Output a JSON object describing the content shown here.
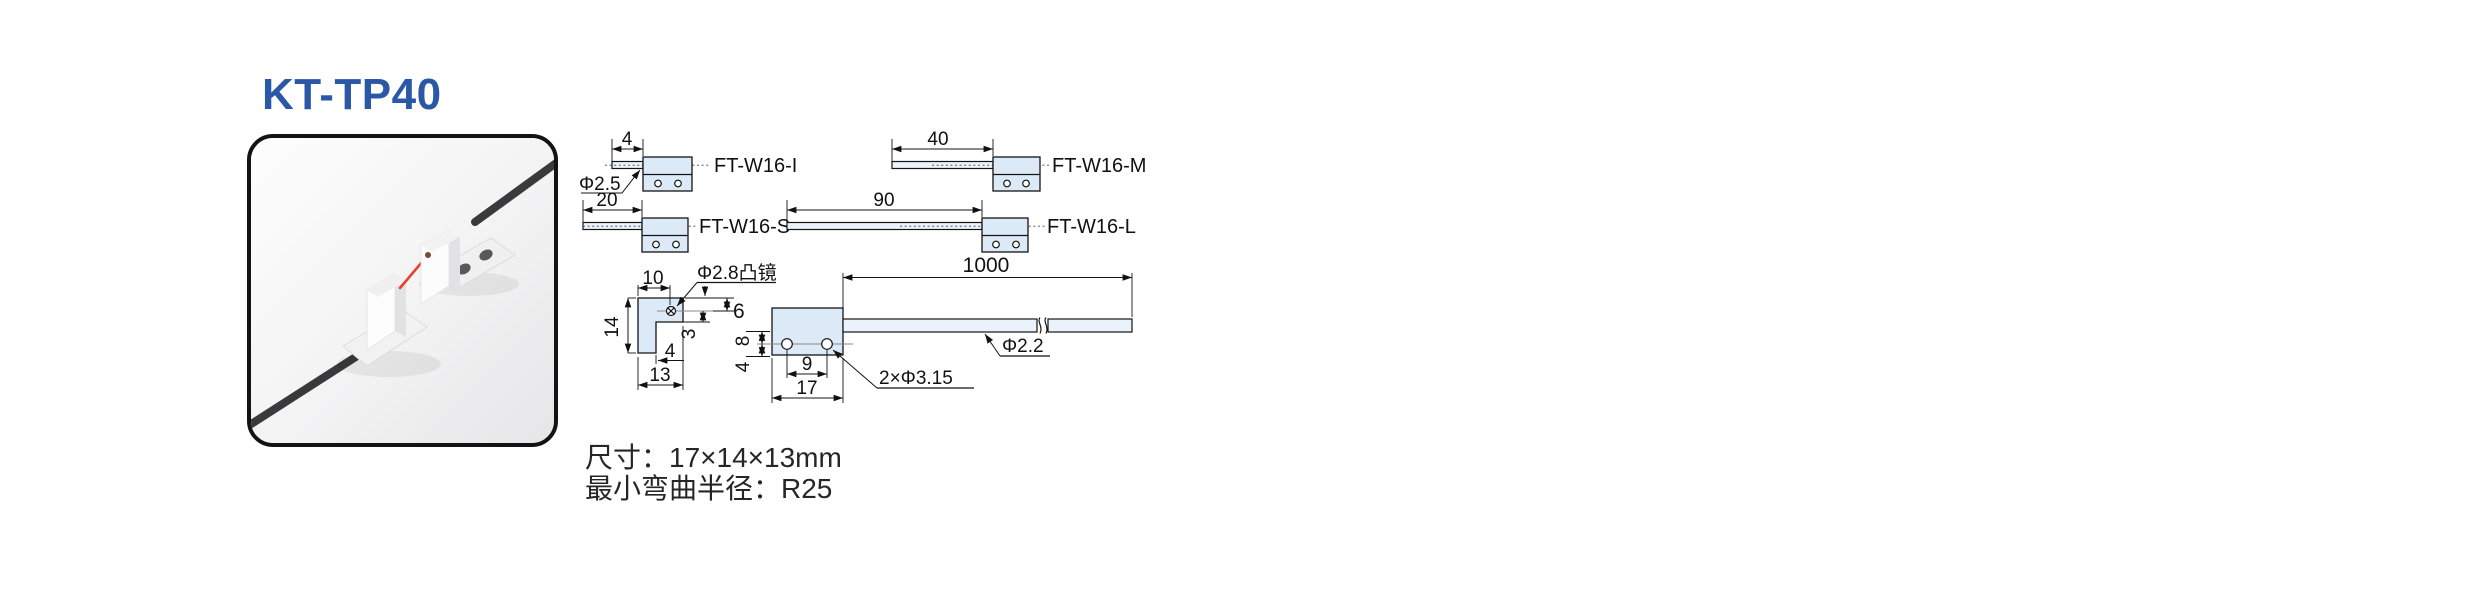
{
  "title": "KT-TP40",
  "colors": {
    "accent": "#2b57a7",
    "beam": "#e8432a",
    "body_fill": "#dce9f6"
  },
  "drawings": {
    "tip_dia_label": "Φ2.5",
    "variants": [
      {
        "label": "FT-W16-I",
        "dim": "4"
      },
      {
        "label": "FT-W16-M",
        "dim": "40"
      },
      {
        "label": "FT-W16-S",
        "dim": "20"
      },
      {
        "label": "FT-W16-L",
        "dim": "90"
      }
    ],
    "side_view": {
      "lens_label": "Φ2.8凸镜",
      "w_top": "10",
      "height": "14",
      "lens_top": "6",
      "lens_step": "3",
      "leg": "4",
      "w_bottom": "13"
    },
    "front_view": {
      "upper": "8",
      "lower": "4",
      "hole_pitch": "9",
      "width": "17",
      "cable_len": "1000",
      "cable_dia": "Φ2.2",
      "holes_label": "2×Φ3.15"
    }
  },
  "specs": {
    "size": "尺寸：17×14×13mm",
    "bend_radius": "最小弯曲半径：R25"
  }
}
